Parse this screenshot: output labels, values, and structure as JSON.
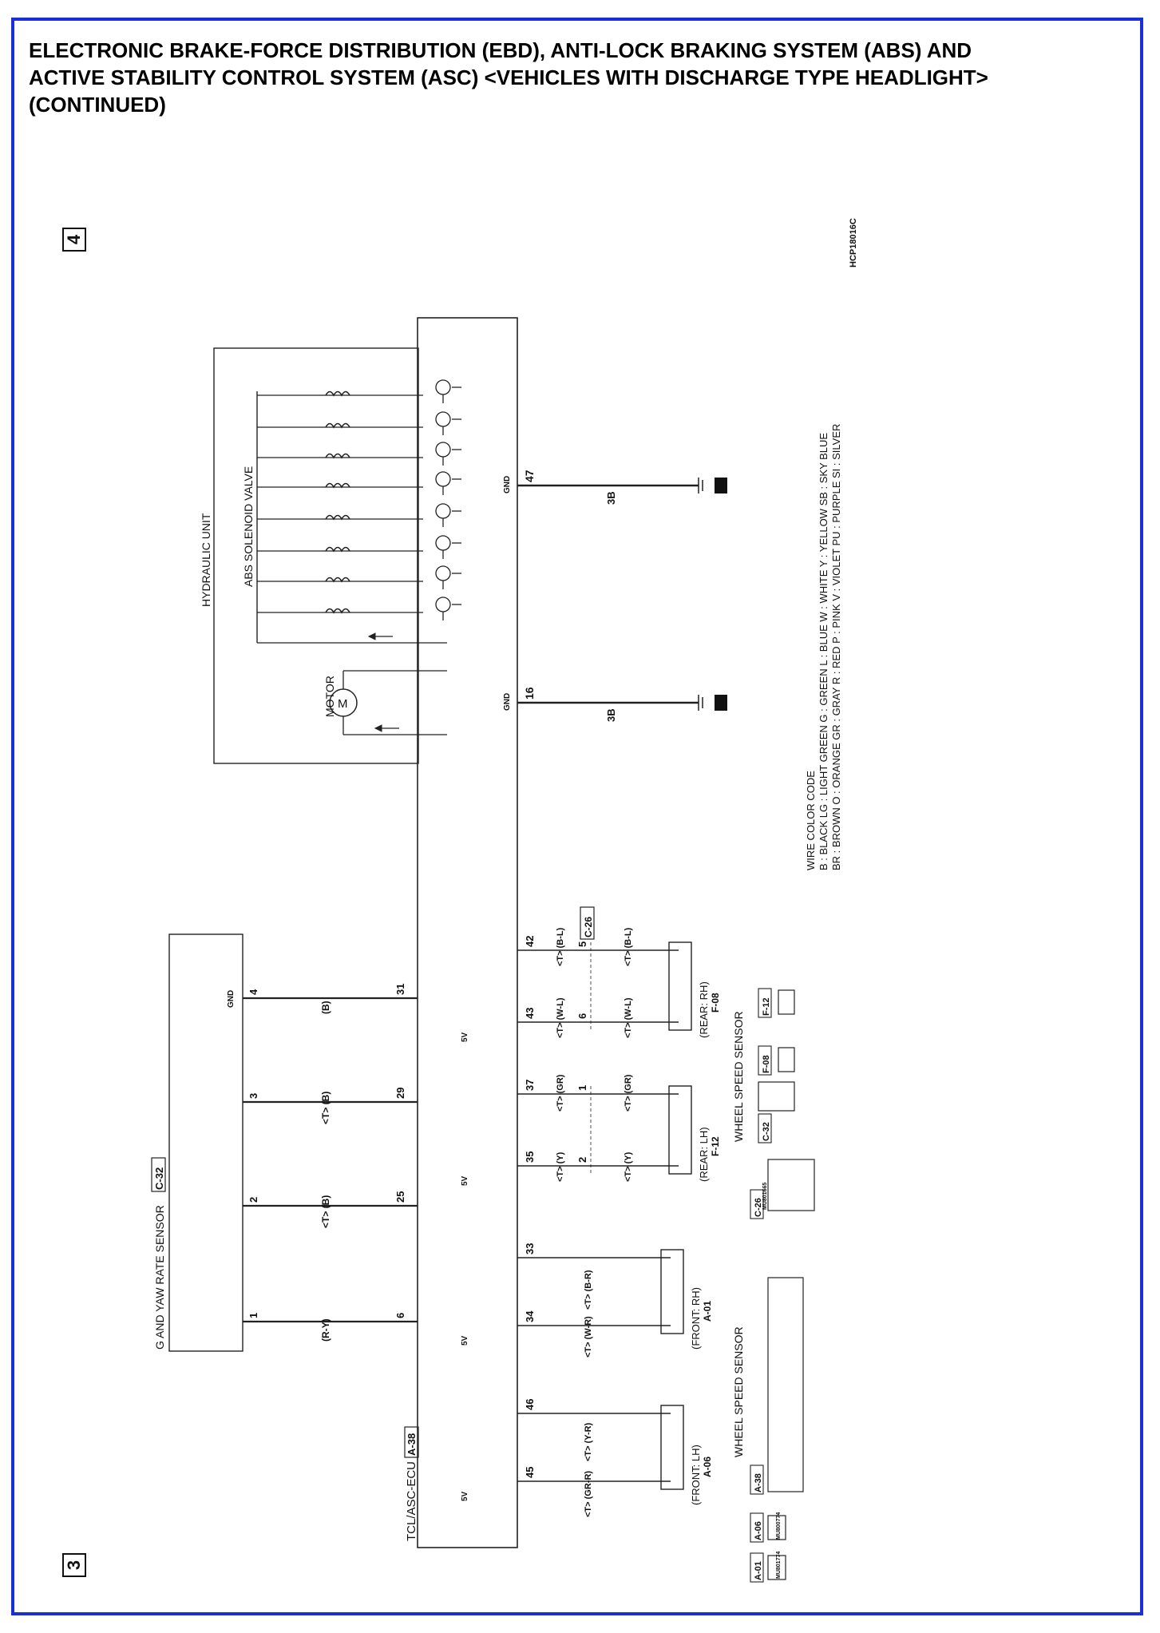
{
  "title": {
    "line1": "ELECTRONIC BRAKE-FORCE DISTRIBUTION (EBD), ANTI-LOCK BRAKING SYSTEM (ABS) AND",
    "line2": "ACTIVE STABILITY CONTROL SYSTEM (ASC) <VEHICLES WITH DISCHARGE TYPE HEADLIGHT>",
    "line3": "(CONTINUED)"
  },
  "page_markers": {
    "top": "4",
    "bottom": "3"
  },
  "drawing_code": "HCP18016C",
  "wire_color_code": {
    "heading": "WIRE COLOR CODE",
    "row1": "B : BLACK   LG : LIGHT GREEN   G : GREEN   L : BLUE   W : WHITE   Y : YELLOW   SB : SKY BLUE",
    "row2": "BR : BROWN   O : ORANGE   GR : GRAY   R : RED   P : PINK   V : VIOLET   PU : PURPLE   SI : SILVER"
  },
  "hydraulic_unit": {
    "label": "HYDRAULIC UNIT",
    "solenoid_label": "ABS SOLENOID VALVE",
    "motor_label": "MOTOR"
  },
  "grounds": [
    {
      "pin": "47",
      "label": "GND",
      "wire": "3B"
    },
    {
      "pin": "16",
      "label": "GND",
      "wire": "3B"
    }
  ],
  "ecu": {
    "label": "TCL/ASC-ECU",
    "connector": "A-38"
  },
  "g_yaw_sensor": {
    "label": "G AND YAW RATE SENSOR",
    "connector": "C-32",
    "pins": [
      {
        "sensor_pin": "4",
        "ecu_pin": "31",
        "wire": "(B)",
        "tag": "GND"
      },
      {
        "sensor_pin": "3",
        "ecu_pin": "29",
        "wire": "<T> (B)",
        "tag": ""
      },
      {
        "sensor_pin": "2",
        "ecu_pin": "25",
        "wire": "<T> (B)",
        "tag": ""
      },
      {
        "sensor_pin": "1",
        "ecu_pin": "6",
        "wire": "(R-Y)",
        "tag": ""
      }
    ]
  },
  "rear_sensors": {
    "group_label": "WHEEL SPEED SENSOR",
    "junction_connector": "C-26",
    "rh": {
      "label": "(REAR: RH)",
      "connector": "F-08",
      "ecu_pins": [
        "42",
        "43"
      ],
      "junction_pins": [
        "5",
        "6"
      ],
      "wires": [
        "<T> (B-L)",
        "<T> (W-L)",
        "<T> (B-L)",
        "<T> (W-L)"
      ]
    },
    "lh": {
      "label": "(REAR: LH)",
      "connector": "F-12",
      "ecu_pins": [
        "37",
        "35"
      ],
      "junction_pins": [
        "1",
        "2"
      ],
      "wires": [
        "<T> (GR)",
        "<T> (Y)",
        "<T> (GR)",
        "<T> (Y)"
      ]
    }
  },
  "front_sensors": {
    "group_label": "WHEEL SPEED SENSOR",
    "rh": {
      "label": "(FRONT: RH)",
      "connector": "A-01",
      "ecu_pins": [
        "33",
        "34"
      ],
      "wires": [
        "<T> (B-R)",
        "<T> (W-R)"
      ]
    },
    "lh": {
      "label": "(FRONT: LH)",
      "connector": "A-06",
      "ecu_pins": [
        "46",
        "45"
      ],
      "wires": [
        "<T> (Y-R)",
        "<T> (GR-R)"
      ]
    }
  },
  "supply_label": "5V",
  "connector_views": [
    "C-26",
    "C-32",
    "F-08",
    "F-12",
    "A-01",
    "A-06",
    "A-38"
  ],
  "connector_parts": [
    "MU801774",
    "MU800774",
    "MU801665"
  ]
}
